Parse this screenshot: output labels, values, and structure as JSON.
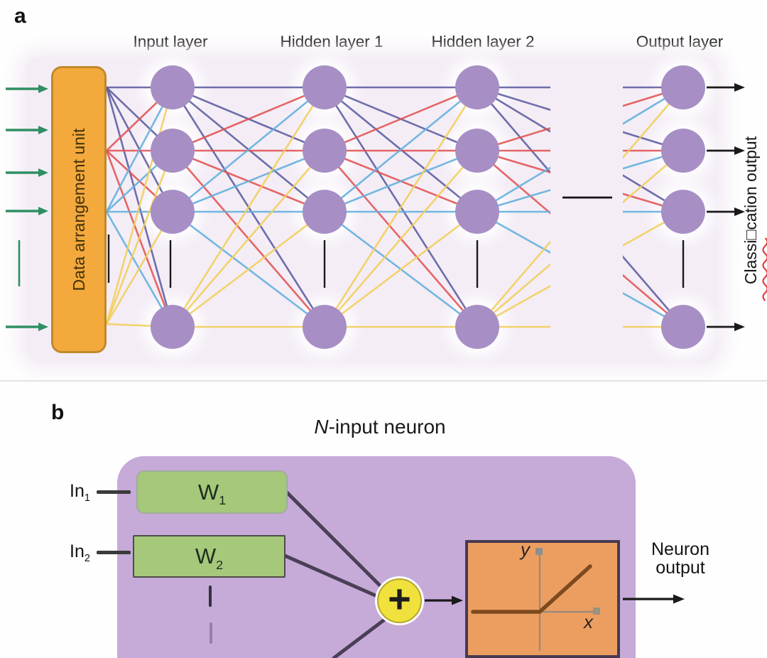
{
  "panel_a": {
    "label": "a",
    "headers": [
      "Input layer",
      "Hidden layer 1",
      "Hidden layer 2",
      "Output layer"
    ],
    "data_arrangement_label": "Data arrangement unit",
    "classification_label": "Classi□cation output",
    "connection_colors": [
      "#5c5ca0",
      "#e25353",
      "#62b0de",
      "#f2cf5a"
    ],
    "node_color": "#a78fc5",
    "input_arrow_color": "#2f8f63",
    "output_arrow_color": "#1a1a1a",
    "underline_color": "#e23b3b"
  },
  "panel_b": {
    "label": "b",
    "title_italic": "N",
    "title_rest": "-input neuron",
    "inputs": [
      {
        "base": "In",
        "sub": "1"
      },
      {
        "base": "In",
        "sub": "2"
      }
    ],
    "weights": [
      {
        "base": "W",
        "sub": "1"
      },
      {
        "base": "W",
        "sub": "2"
      }
    ],
    "sum_symbol": "+",
    "activation_axes": {
      "x": "x",
      "y": "y"
    },
    "output_label": "Neuron output"
  }
}
